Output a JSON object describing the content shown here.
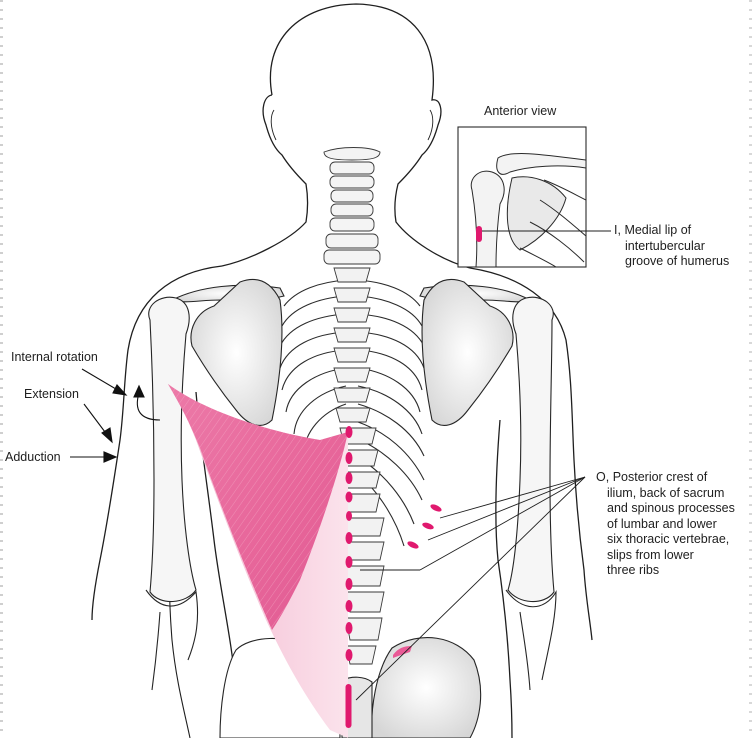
{
  "figure": {
    "subject": "latissimus-dorsi",
    "colors": {
      "muscle_dark": "#e8679b",
      "muscle_light": "#f6c6d8",
      "attachment": "#e0196e",
      "line": "#1f1f1f",
      "bone_shade": "#cfcfcf"
    }
  },
  "inset": {
    "title": "Anterior view",
    "insertion_label": {
      "marker": "I,",
      "lines": [
        "Medial lip of",
        "intertubercular",
        "groove of humerus"
      ]
    }
  },
  "actions": {
    "internal_rotation": "Internal rotation",
    "extension": "Extension",
    "adduction": "Adduction"
  },
  "origin_label": {
    "marker": "O,",
    "lines": [
      "Posterior crest of",
      "ilium, back of sacrum",
      "and spinous processes",
      "of lumbar and lower",
      "six thoracic vertebrae,",
      "slips from lower",
      "three ribs"
    ]
  }
}
